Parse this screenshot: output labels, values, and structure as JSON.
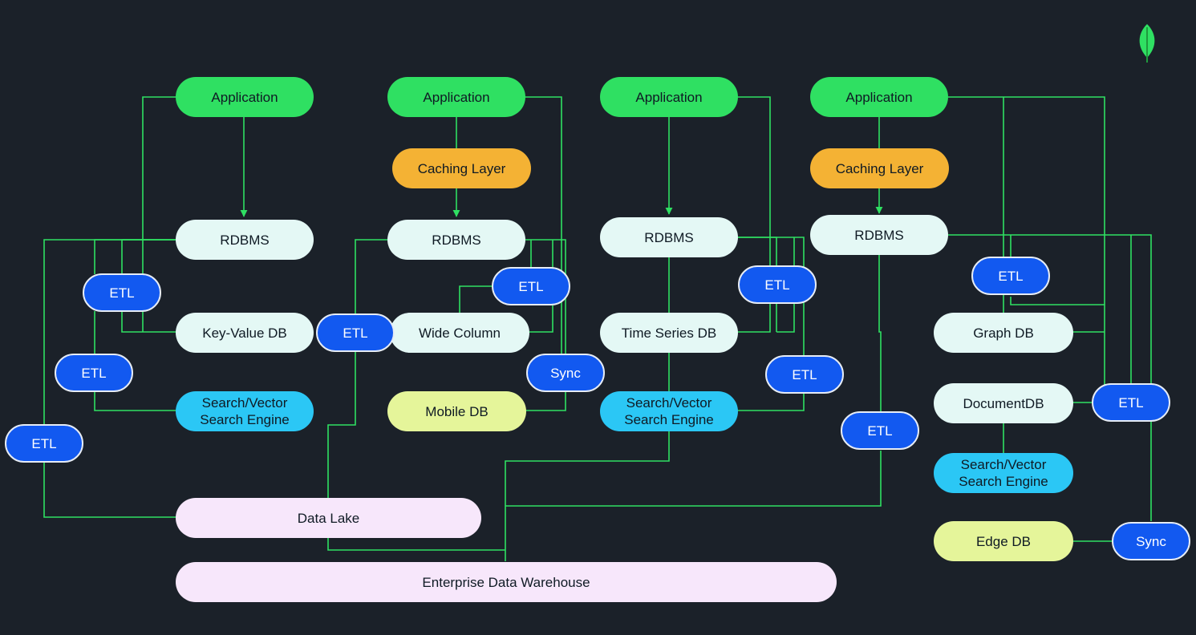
{
  "nodes": {
    "app1": "Application",
    "app2": "Application",
    "app3": "Application",
    "app4": "Application",
    "cache2": "Caching Layer",
    "cache4": "Caching Layer",
    "rdbms1": "RDBMS",
    "rdbms2": "RDBMS",
    "rdbms3": "RDBMS",
    "rdbms4": "RDBMS",
    "etl1": "ETL",
    "etl2": "ETL",
    "etl3": "ETL",
    "etl4": "ETL",
    "etl5": "ETL",
    "etl6": "ETL",
    "etl7": "ETL",
    "etl8": "ETL",
    "etl9": "ETL",
    "etl10": "ETL",
    "kv": "Key-Value DB",
    "wide": "Wide Column",
    "ts": "Time Series DB",
    "graph": "Graph DB",
    "docdb": "DocumentDB",
    "search1": "Search/Vector\nSearch Engine",
    "search2": "Search/Vector\nSearch Engine",
    "search3": "Search/Vector\nSearch Engine",
    "mobile": "Mobile DB",
    "edge": "Edge DB",
    "sync1": "Sync",
    "sync2": "Sync",
    "lake": "Data Lake",
    "edw": "Enterprise Data Warehouse"
  },
  "colors": {
    "background": "#1b2129",
    "line": "#2fe062",
    "application": "#2fe062",
    "caching": "#f4b234",
    "database": "#e4f8f5",
    "search": "#2bc7f5",
    "edge_mobile": "#e5f59a",
    "warehouse": "#f7e7fb",
    "etl": "#1259f0"
  },
  "logo": "leaf-icon"
}
